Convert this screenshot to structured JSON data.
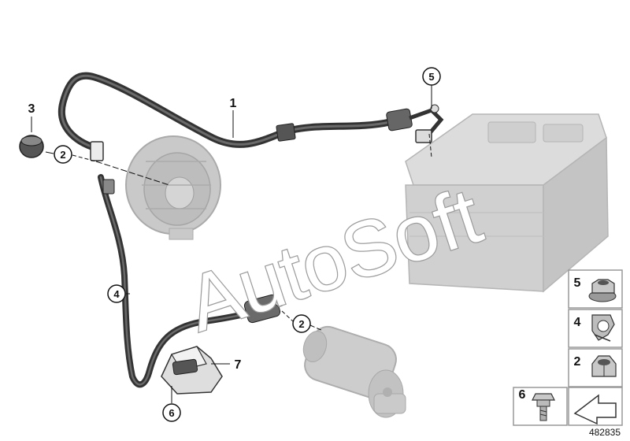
{
  "diagram": {
    "callouts": [
      {
        "id": "c1",
        "text": "1",
        "circled": false
      },
      {
        "id": "c2a",
        "text": "2",
        "circled": true
      },
      {
        "id": "c2b",
        "text": "2",
        "circled": true
      },
      {
        "id": "c3",
        "text": "3",
        "circled": false
      },
      {
        "id": "c4",
        "text": "4",
        "circled": true
      },
      {
        "id": "c5",
        "text": "5",
        "circled": true
      },
      {
        "id": "c6",
        "text": "6",
        "circled": true
      },
      {
        "id": "c7",
        "text": "7",
        "circled": false
      }
    ],
    "parts_panel": [
      {
        "text": "5",
        "part": "flange-nut"
      },
      {
        "text": "4",
        "part": "cable-clip"
      },
      {
        "text": "2",
        "part": "hex-nut"
      },
      {
        "text": "6",
        "part": "bolt"
      }
    ],
    "diagram_number": "482835",
    "watermark": "AutoSoft"
  },
  "colors": {
    "cable": "#333333",
    "component_gray": "#b7b7b7",
    "panel_border": "#999999",
    "watermark_outline": "#9c9c9c"
  }
}
